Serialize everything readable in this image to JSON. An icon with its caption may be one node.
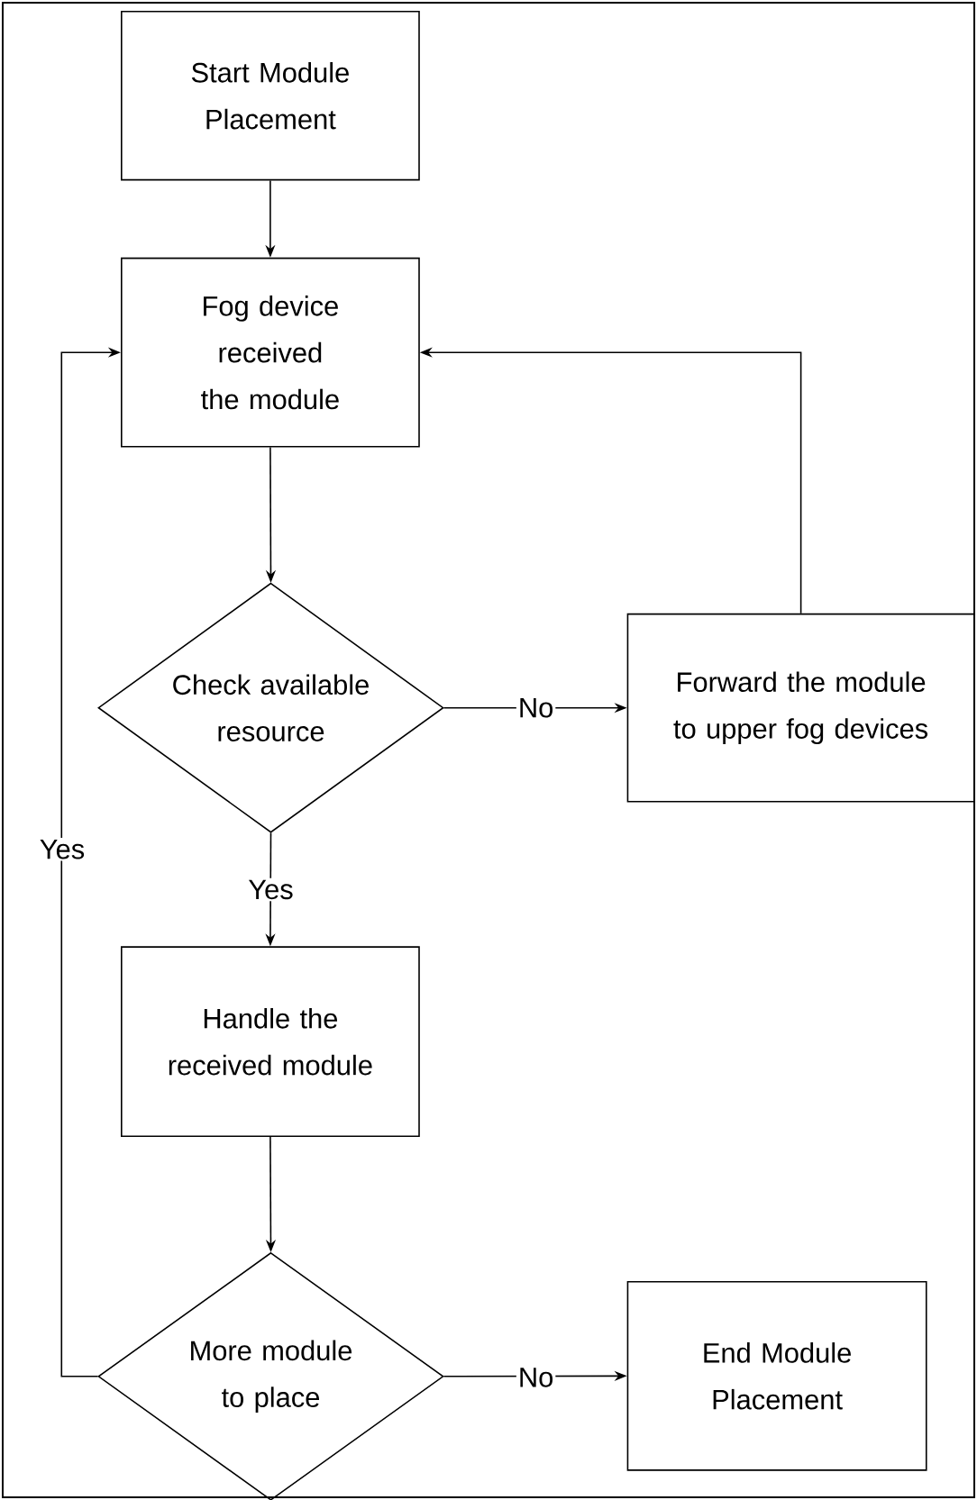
{
  "diagram": {
    "nodes": [
      {
        "text": [
          "Start Module Placement"
        ]
      },
      {
        "text": [
          "Fog device received the module"
        ]
      },
      {
        "text": [
          "Check available resource"
        ]
      },
      {
        "text": [
          "Forward the module to upper fog devices"
        ]
      },
      {
        "text": [
          "Handle the received module"
        ]
      },
      {
        "text": [
          "More module to place"
        ]
      },
      {
        "text": [
          "End Module Placement"
        ]
      }
    ],
    "edges": [
      {
        "from": 0,
        "to": 1,
        "arrow": "to"
      },
      {
        "from": 1,
        "to": 2,
        "arrow": "to"
      },
      {
        "from": 2,
        "to": 3,
        "arrow": "to",
        "label": "No"
      },
      {
        "from": 3,
        "to": 1,
        "arrow": "to"
      },
      {
        "from": 2,
        "to": 4,
        "arrow": "to",
        "label": "Yes"
      },
      {
        "from": 4,
        "to": 5,
        "arrow": "to"
      },
      {
        "from": 5,
        "to": 1,
        "arrow": "to",
        "label": "Yes"
      },
      {
        "from": 5,
        "to": 6,
        "arrow": "to",
        "label": "No"
      }
    ]
  }
}
